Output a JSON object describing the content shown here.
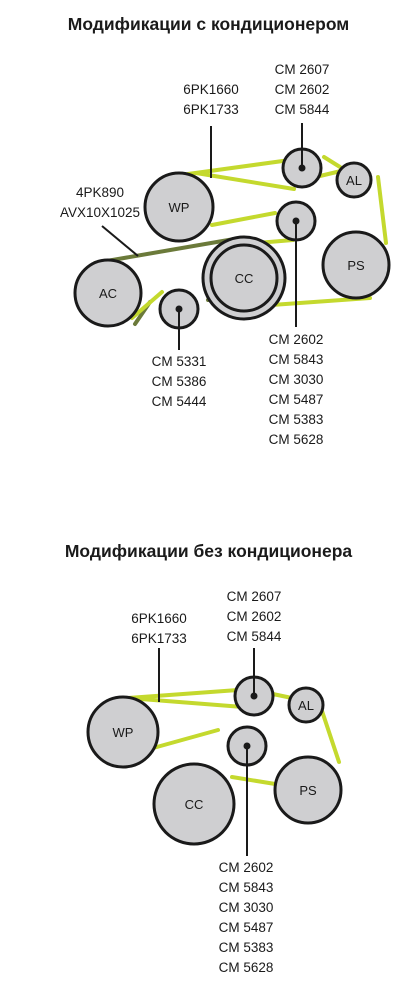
{
  "section_with_ac": {
    "title": "Модификации с кондиционером",
    "pulleys": {
      "wp": "WP",
      "ac": "AC",
      "cc": "CC",
      "al": "AL",
      "ps": "PS"
    },
    "main_belt": [
      "6PK1660",
      "6PK1733"
    ],
    "ac_belt": [
      "4PK890",
      "AVX10X1025"
    ],
    "upper_tensioner": [
      "CM 2607",
      "CM 2602",
      "CM 5844"
    ],
    "ac_idler": [
      "CM 5331",
      "CM 5386",
      "CM 5444"
    ],
    "lower_idler": [
      "CM 2602",
      "CM 5843",
      "CM 3030",
      "CM 5487",
      "CM 5383",
      "CM 5628"
    ]
  },
  "section_without_ac": {
    "title": "Модификации без кондиционера",
    "pulleys": {
      "wp": "WP",
      "cc": "CC",
      "al": "AL",
      "ps": "PS"
    },
    "main_belt": [
      "6PK1660",
      "6PK1733"
    ],
    "upper_tensioner": [
      "CM 2607",
      "CM 2602",
      "CM 5844"
    ],
    "lower_idler": [
      "CM 2602",
      "CM 5843",
      "CM 3030",
      "CM 5487",
      "CM 5383",
      "CM 5628"
    ]
  },
  "colors": {
    "belt": "#c4d92e",
    "ac_belt": "#6b7a3a",
    "pulley_fill": "#cfcfd1",
    "outline": "#1a1a1a"
  }
}
